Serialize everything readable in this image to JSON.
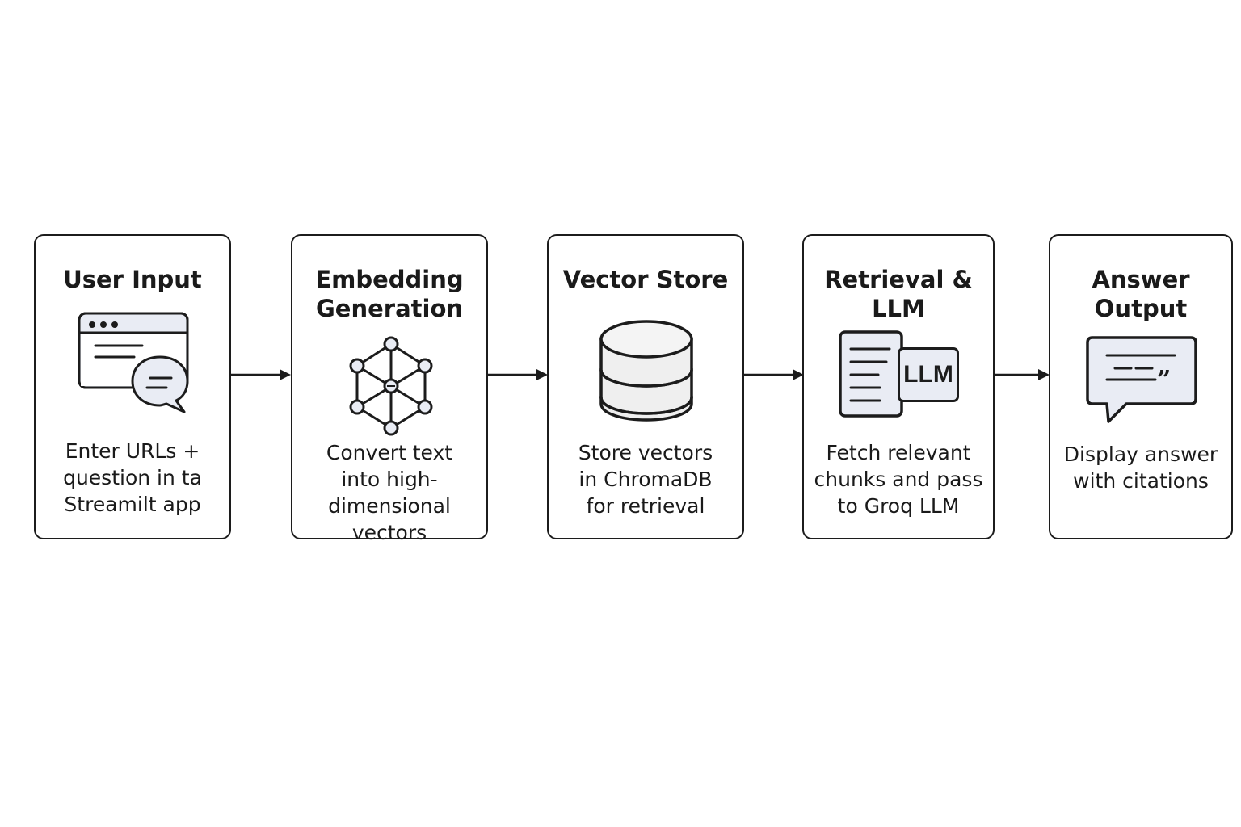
{
  "diagram": {
    "steps": [
      {
        "title": "User Input",
        "description": "Enter URLs +\nquestion in ta\nStreamilt app",
        "icon": "browser-chat-icon"
      },
      {
        "title": "Embedding\nGeneration",
        "description": "Convert text\ninto high-\ndimensional\nvectors",
        "icon": "network-graph-icon"
      },
      {
        "title": "Vector Store",
        "description": "Store vectors\nin ChromaDB\nfor retrieval",
        "icon": "database-icon"
      },
      {
        "title": "Retrieval &\nLLM",
        "description": "Fetch relevant\nchunks and pass\nto Groq LLM",
        "icon": "document-llm-icon",
        "icon_label": "LLM"
      },
      {
        "title": "Answer\nOutput",
        "description": "Display answer\nwith citations",
        "icon": "quote-bubble-icon"
      }
    ]
  },
  "colors": {
    "stroke": "#1c1c1c",
    "icon_fill": "#e9ecf4",
    "db_fill": "#efefef",
    "background": "#ffffff"
  }
}
